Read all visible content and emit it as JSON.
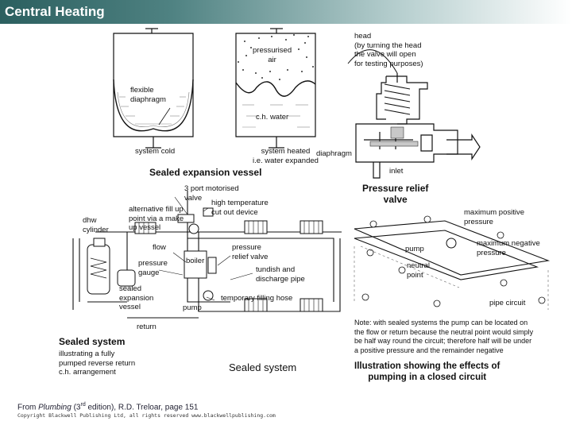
{
  "header": {
    "title": "Central Heating"
  },
  "vessel": {
    "label_pressurised_air": "pressurised\nair",
    "label_flexible_diaphragm": "flexible\ndiaphragm",
    "label_ch_water": "c.h. water",
    "label_system_cold": "system cold",
    "label_system_heated": "system heated\ni.e. water expanded",
    "caption": "Sealed expansion vessel"
  },
  "relief_valve": {
    "label_head": "head\n(by turning the head\nthe valve will open\nfor testing purposes)",
    "label_diaphragm": "diaphragm",
    "label_inlet": "inlet",
    "caption": "Pressure relief\nvalve"
  },
  "system": {
    "label_3port": "3 port motorised\nvalve",
    "label_high_temp": "high temperature\ncut out device",
    "label_alt_fill": "alternative fill up\npoint via a make\nup vessel",
    "label_dhw": "dhw\ncylinder",
    "label_flow": "flow",
    "label_pressure_gauge": "pressure\ngauge",
    "label_boiler": "boiler",
    "label_pressure_relief": "pressure\nrelief valve",
    "label_tundish": "tundish and\ndischarge pipe",
    "label_sealed_vessel": "sealed\nexpansion\nvessel",
    "label_pump": "pump",
    "label_temp_filling": "temporary filling hose",
    "label_return": "return",
    "caption": "Sealed system",
    "subcaption": "illustrating a fully\npumped reverse return\nc.h. arrangement",
    "caption_center": "Sealed system"
  },
  "circuit": {
    "label_max_positive": "maximum positive\npressure",
    "label_max_negative": "maximum negative\npressure",
    "label_pump": "pump",
    "label_neutral": "neutral\npoint",
    "label_pipe_circuit": "pipe circuit",
    "note": "Note: with sealed systems the pump can be located on\nthe flow or return because the neutral point would simply\nbe half way round the circuit; therefore half will be under\na positive pressure and the remainder negative",
    "caption": "Illustration showing the effects of\npumping in a closed circuit"
  },
  "citation": {
    "prefix": "From ",
    "book": "Plumbing",
    "edition_pre": " (3",
    "edition_sup": "rd",
    "edition_post": " edition), R.D. Treloar, page 151",
    "copyright": "Copyright Blackwell Publishing Ltd, all rights reserved  www.blackwellpublishing.com"
  }
}
